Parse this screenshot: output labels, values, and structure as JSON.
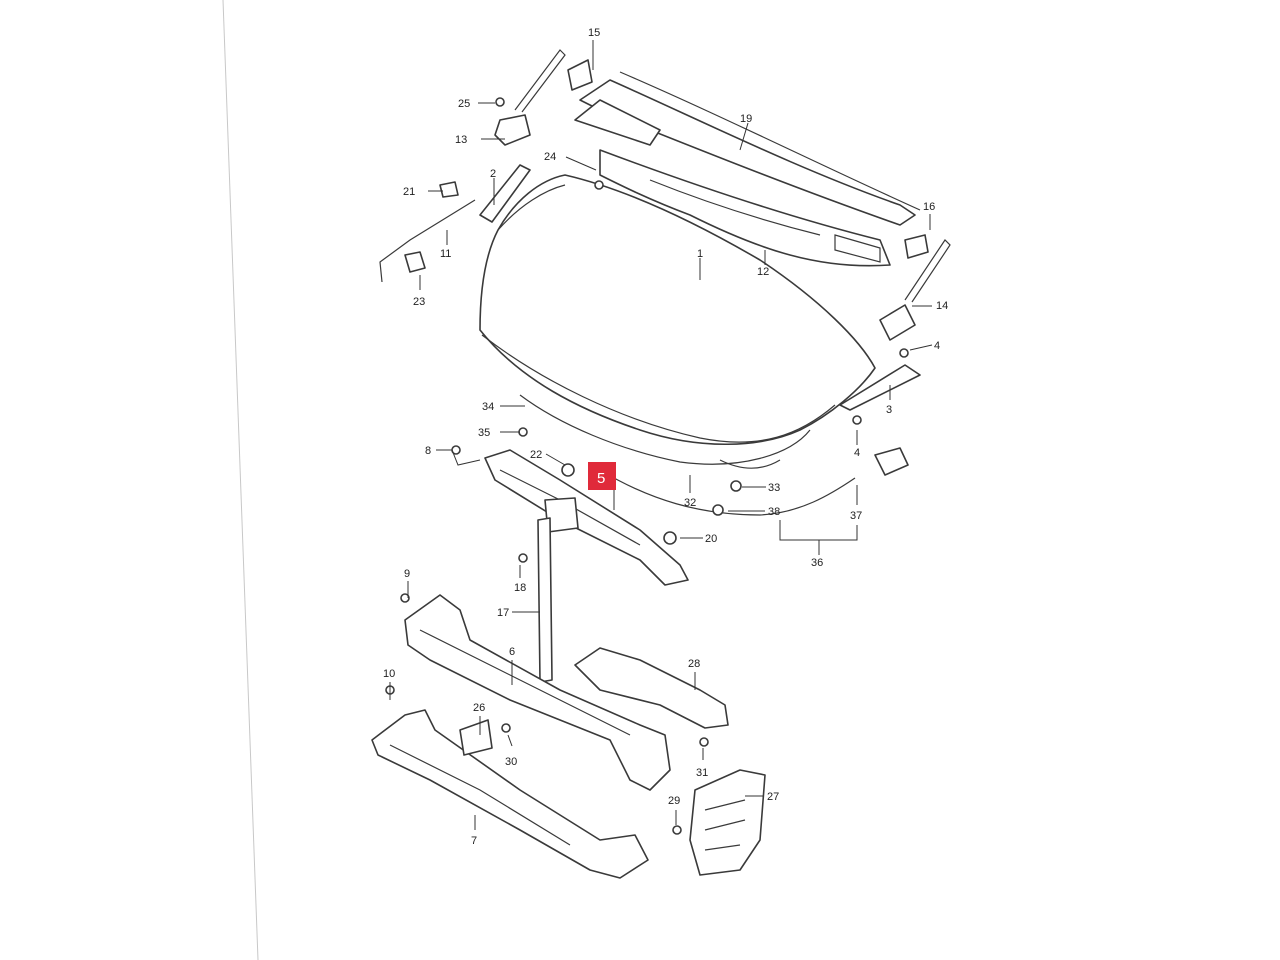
{
  "diagram": {
    "highlighted_part": "5",
    "highlight_color": "#e02a3a",
    "callouts": {
      "c1": "1",
      "c2": "2",
      "c3": "3",
      "c4a": "4",
      "c4b": "4",
      "c6": "6",
      "c7": "7",
      "c8": "8",
      "c9": "9",
      "c10": "10",
      "c11": "11",
      "c12": "12",
      "c13": "13",
      "c14": "14",
      "c15": "15",
      "c16": "16",
      "c17": "17",
      "c18": "18",
      "c19": "19",
      "c20": "20",
      "c21": "21",
      "c22": "22",
      "c23": "23",
      "c24": "24",
      "c25": "25",
      "c26": "26",
      "c27": "27",
      "c28": "28",
      "c29": "29",
      "c30": "30",
      "c31": "31",
      "c32": "32",
      "c33": "33",
      "c34": "34",
      "c35": "35",
      "c36": "36",
      "c37": "37",
      "c38": "38"
    }
  }
}
